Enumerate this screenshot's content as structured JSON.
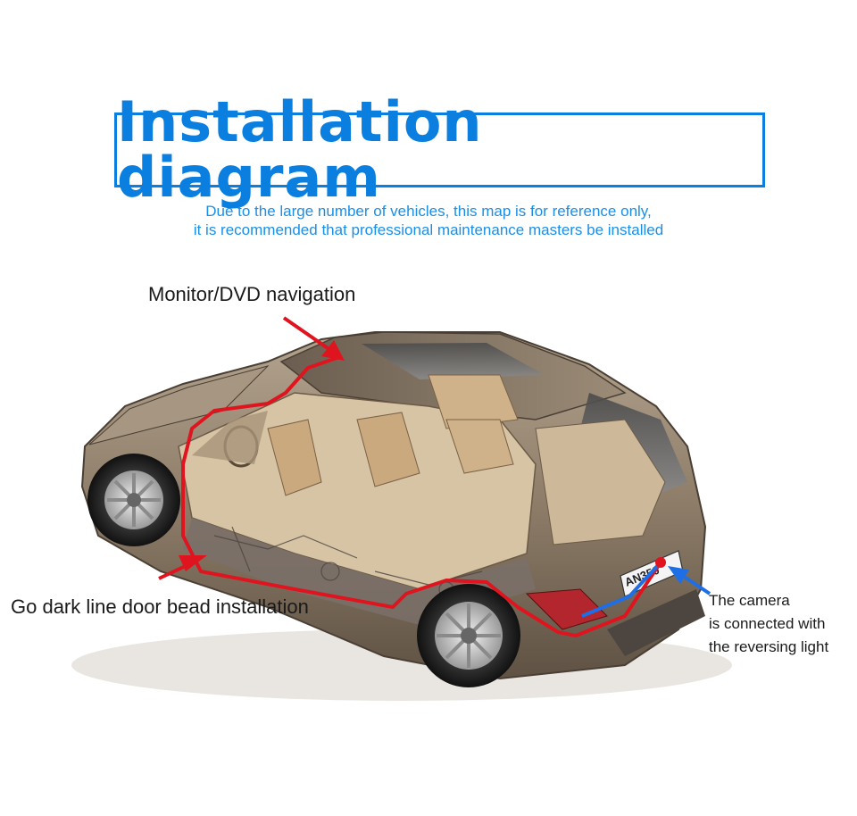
{
  "title": "Installation diagram",
  "note": {
    "line1": "Due to the large number of vehicles, this map is for reference only,",
    "line2": "it is recommended that professional maintenance masters be installed"
  },
  "labels": {
    "monitor": "Monitor/DVD navigation",
    "door_bead": "Go dark line door bead installation",
    "camera_line1": "The camera",
    "camera_line2": "is connected with",
    "camera_line3": "the reversing light"
  },
  "plate_text": "AN350",
  "colors": {
    "title_blue": "#0a7fe0",
    "note_blue": "#1a8fe8",
    "wire_red": "#e0141e",
    "camera_wire_blue": "#1e6fe6",
    "car_body": "#8a7a66",
    "interior": "#d8c7a8"
  },
  "icons": [
    "car-cutaway-illustration",
    "monitor-arrow",
    "door-bead-arrow",
    "camera-arrow"
  ]
}
